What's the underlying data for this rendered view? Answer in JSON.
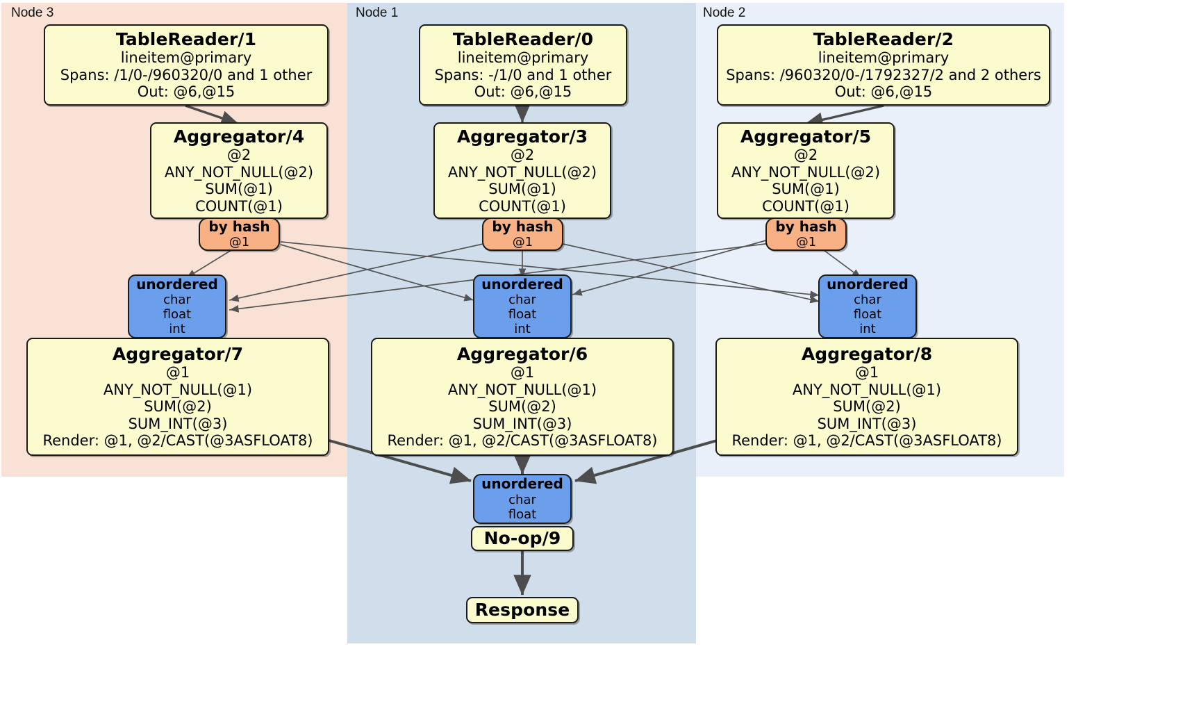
{
  "diagram": {
    "kind": "distributed-query-plan",
    "regions": [
      {
        "label": "Node 3",
        "color": "#fae1d6"
      },
      {
        "label": "Node 1",
        "color": "#cfdeea"
      },
      {
        "label": "Node 2",
        "color": "#eaf0fa"
      }
    ],
    "colors": {
      "processor_fill": "#fbfbcd",
      "router_fill": "#f7b184",
      "sync_fill": "#6b9eeb",
      "stroke": "#1a1a1a",
      "edge": "#4d4d4d",
      "thin_edge": "#555555"
    },
    "readers": [
      {
        "title": "TableReader/1",
        "table": "lineitem@primary",
        "spans": "Spans: /1/0-/960320/0 and 1 other",
        "out": "Out: @6,@15"
      },
      {
        "title": "TableReader/0",
        "table": "lineitem@primary",
        "spans": "Spans: -/1/0 and 1 other",
        "out": "Out: @6,@15"
      },
      {
        "title": "TableReader/2",
        "table": "lineitem@primary",
        "spans": "Spans: /960320/0-/1792327/2 and 2 others",
        "out": "Out: @6,@15"
      }
    ],
    "stage1_aggregators": [
      {
        "title": "Aggregator/4",
        "group": "@2",
        "a1": "ANY_NOT_NULL(@2)",
        "a2": "SUM(@1)",
        "a3": "COUNT(@1)"
      },
      {
        "title": "Aggregator/3",
        "group": "@2",
        "a1": "ANY_NOT_NULL(@2)",
        "a2": "SUM(@1)",
        "a3": "COUNT(@1)"
      },
      {
        "title": "Aggregator/5",
        "group": "@2",
        "a1": "ANY_NOT_NULL(@2)",
        "a2": "SUM(@1)",
        "a3": "COUNT(@1)"
      }
    ],
    "routers": [
      {
        "title": "by hash",
        "detail": "@1"
      },
      {
        "title": "by hash",
        "detail": "@1"
      },
      {
        "title": "by hash",
        "detail": "@1"
      }
    ],
    "syncs": [
      {
        "title": "unordered",
        "t1": "char",
        "t2": "float",
        "t3": "int"
      },
      {
        "title": "unordered",
        "t1": "char",
        "t2": "float",
        "t3": "int"
      },
      {
        "title": "unordered",
        "t1": "char",
        "t2": "float",
        "t3": "int"
      }
    ],
    "stage2_aggregators": [
      {
        "title": "Aggregator/7",
        "group": "@1",
        "a1": "ANY_NOT_NULL(@1)",
        "a2": "SUM(@2)",
        "a3": "SUM_INT(@3)",
        "render": "Render: @1, @2/CAST(@3ASFLOAT8)"
      },
      {
        "title": "Aggregator/6",
        "group": "@1",
        "a1": "ANY_NOT_NULL(@1)",
        "a2": "SUM(@2)",
        "a3": "SUM_INT(@3)",
        "render": "Render: @1, @2/CAST(@3ASFLOAT8)"
      },
      {
        "title": "Aggregator/8",
        "group": "@1",
        "a1": "ANY_NOT_NULL(@1)",
        "a2": "SUM(@2)",
        "a3": "SUM_INT(@3)",
        "render": "Render: @1, @2/CAST(@3ASFLOAT8)"
      }
    ],
    "final_sync": {
      "title": "unordered",
      "t1": "char",
      "t2": "float"
    },
    "noop": {
      "title": "No-op/9"
    },
    "response": {
      "title": "Response"
    }
  }
}
